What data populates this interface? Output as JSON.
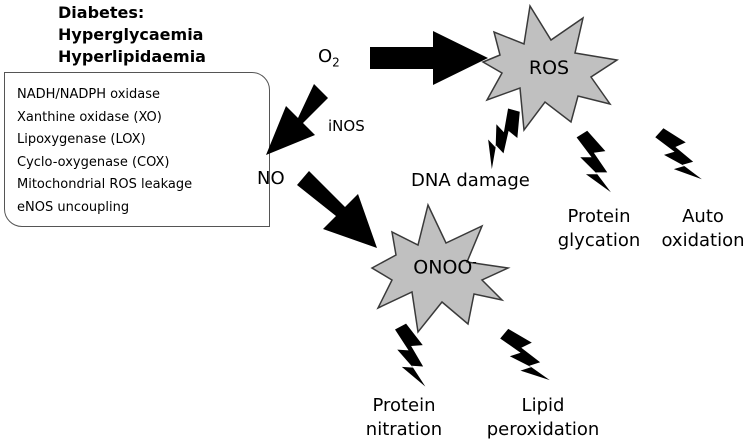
{
  "title": {
    "line1": "Diabetes:",
    "line2": "Hyperglycaemia",
    "line3": "Hyperlipidaemia"
  },
  "sources": {
    "items": [
      "NADH/NADPH oxidase",
      "Xanthine oxidase (XO)",
      "Lipoxygenase (LOX)",
      "Cyclo-oxygenase (COX)",
      "Mitochondrial ROS leakage",
      "eNOS uncoupling"
    ]
  },
  "nodes": {
    "o2": {
      "base": "O",
      "sub": "2"
    },
    "no": "NO",
    "inos": "iNOS",
    "ros": "ROS",
    "onoo": {
      "base": "ONOO",
      "sup": "-"
    }
  },
  "effects": {
    "dna_damage": "DNA damage",
    "protein_glycation": [
      "Protein",
      "glycation"
    ],
    "auto_oxidation": [
      "Auto",
      "oxidation"
    ],
    "protein_nitration": [
      "Protein",
      "nitration"
    ],
    "lipid_peroxidation": [
      "Lipid",
      "peroxidation"
    ]
  },
  "colors": {
    "burst_fill": "#c0c0c0",
    "burst_stroke": "#3a3a3a",
    "arrow": "#000000"
  }
}
